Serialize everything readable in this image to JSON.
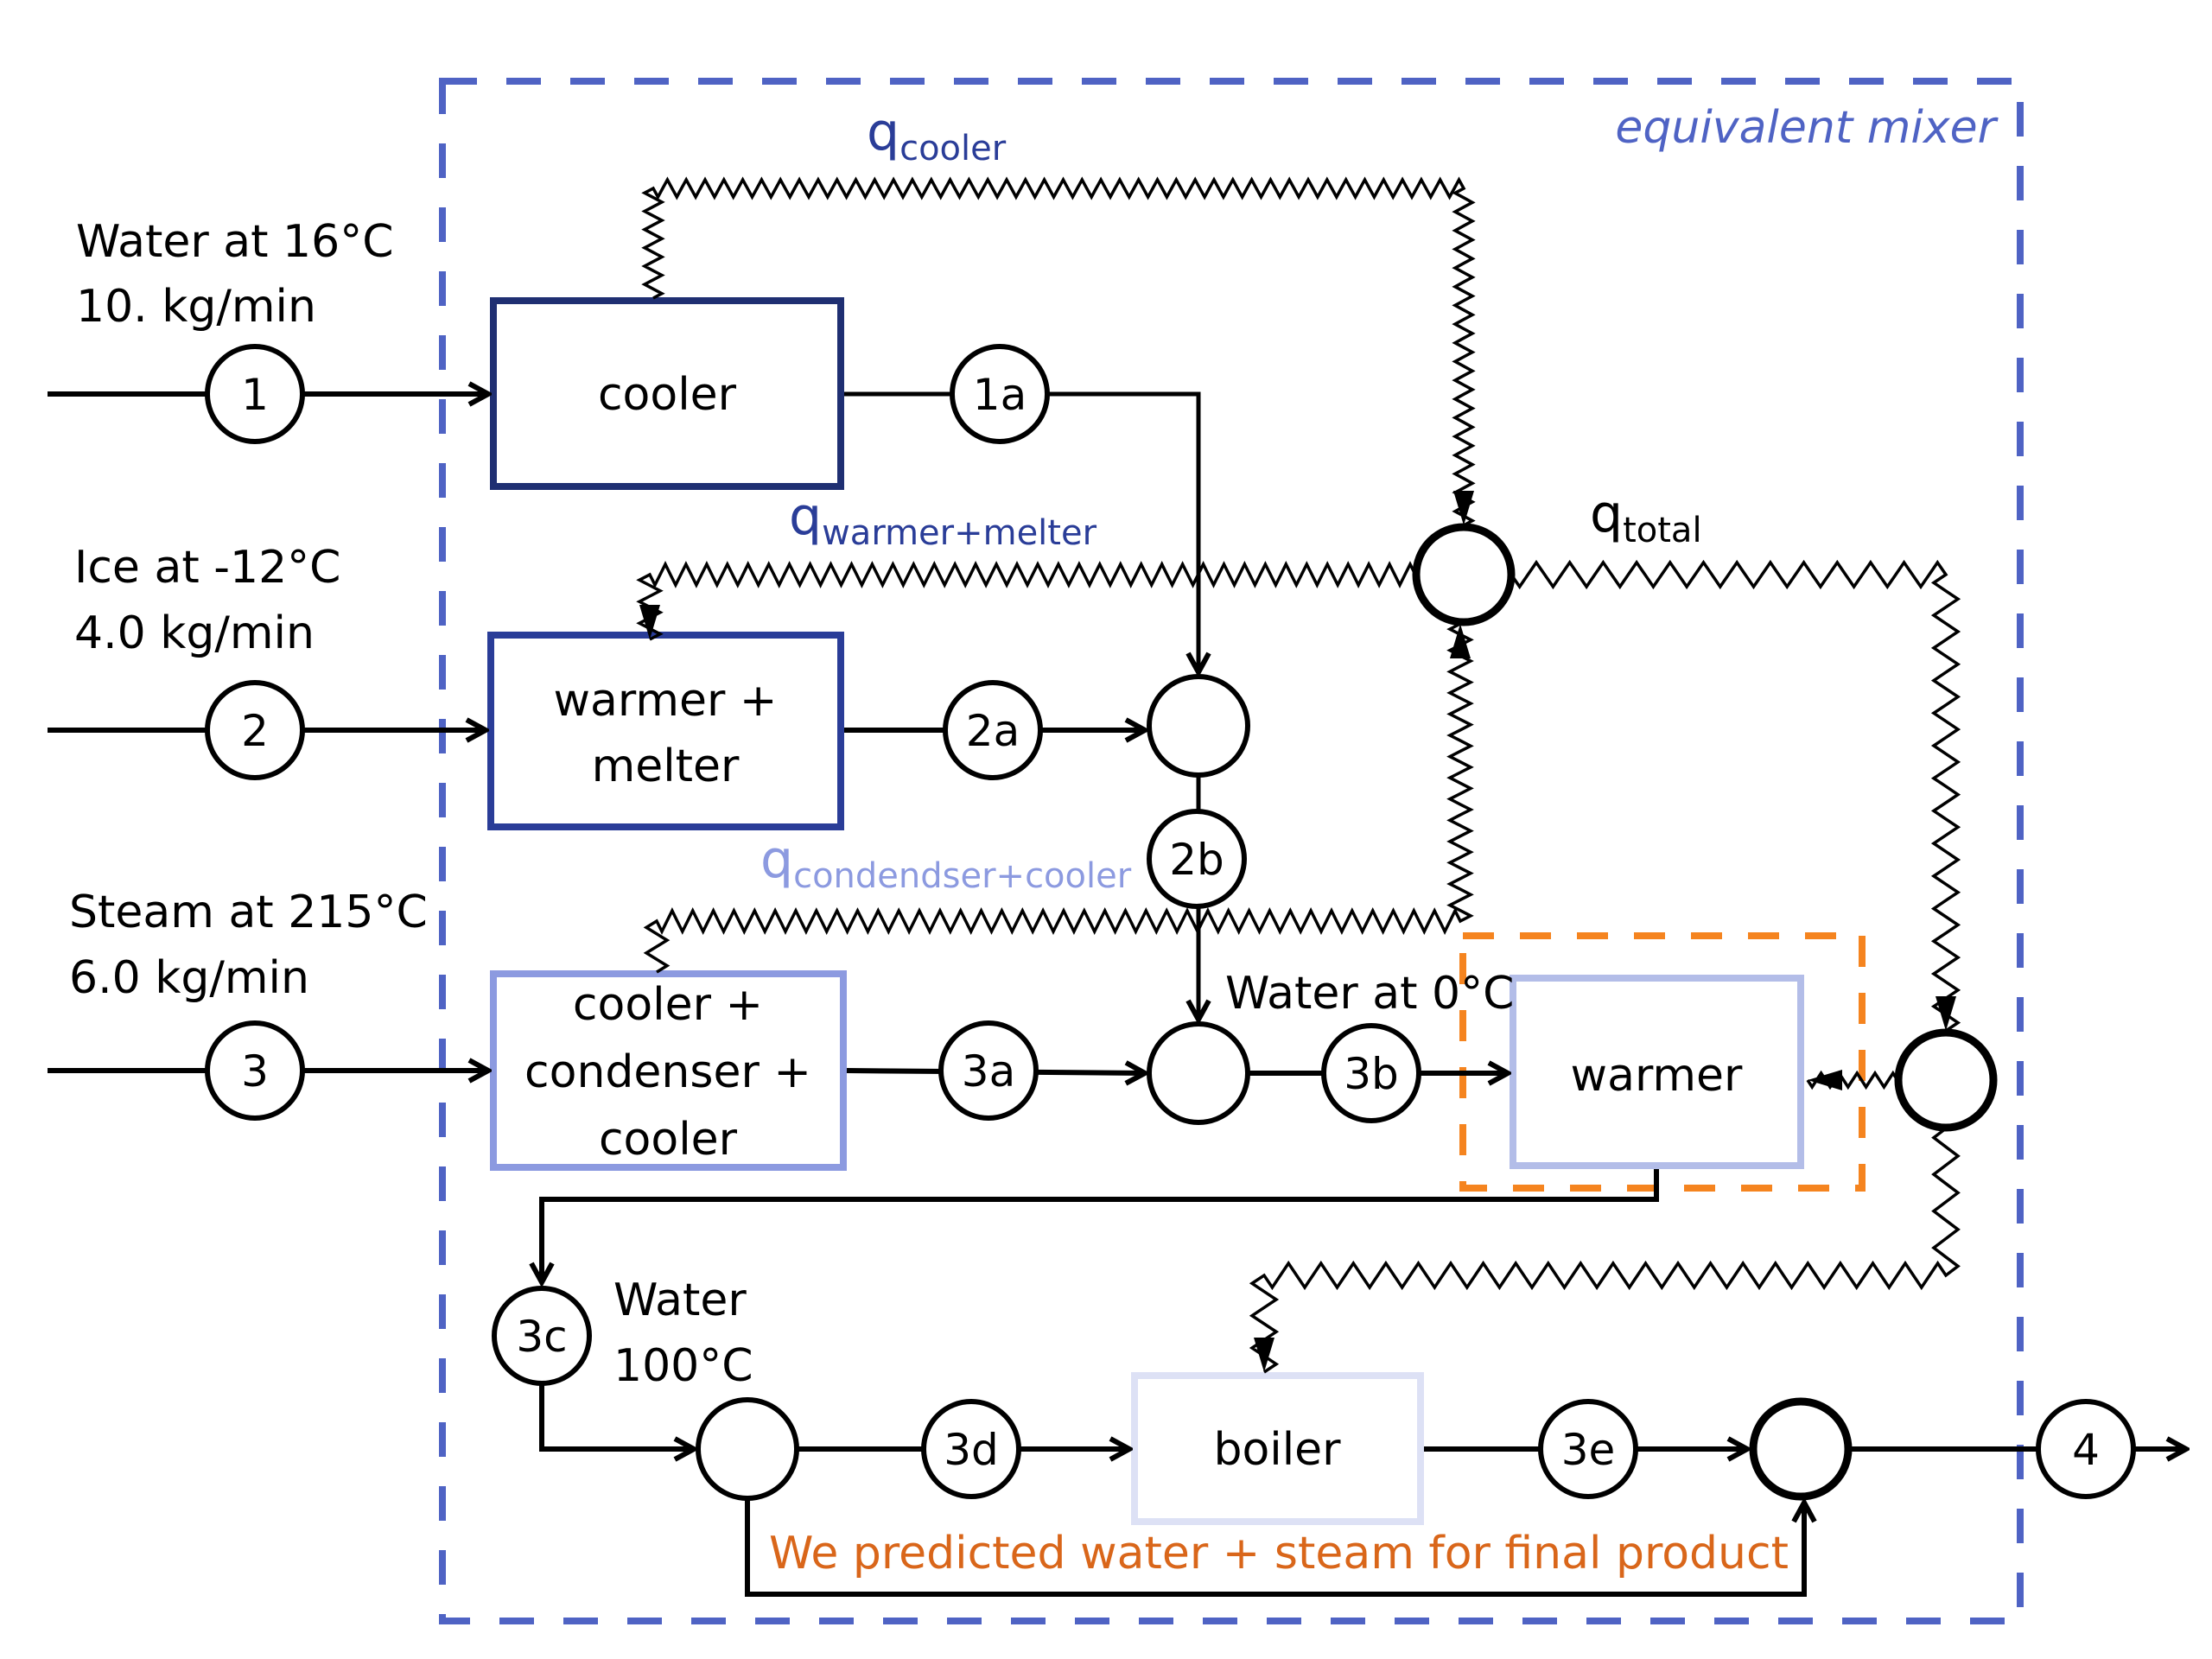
{
  "frame": {
    "label": "equivalent mixer",
    "color": "#4f63c4"
  },
  "inputs": [
    {
      "id": "1",
      "line1": "Water at 16°C",
      "line2": "10. kg/min"
    },
    {
      "id": "2",
      "line1": "Ice at -12°C",
      "line2": "4.0 kg/min"
    },
    {
      "id": "3",
      "line1": "Steam at 215°C",
      "line2": "6.0 kg/min"
    }
  ],
  "units": {
    "cooler": {
      "label": [
        "cooler"
      ],
      "color": "#1f2f72"
    },
    "warmer_melter": {
      "label": [
        "warmer +",
        "melter"
      ],
      "color": "#2a3d98"
    },
    "cooler_condenser": {
      "label": [
        "cooler +",
        "condenser +",
        "cooler"
      ],
      "color": "#8c9ae0"
    },
    "warmer": {
      "label": [
        "warmer"
      ],
      "color": "#b3bde8"
    },
    "boiler": {
      "label": [
        "boiler"
      ],
      "color": "#dde1f5"
    }
  },
  "streams": {
    "s1a": "1a",
    "s2a": "2a",
    "s2b": "2b",
    "s3a": "3a",
    "s3b": "3b",
    "s3c": "3c",
    "s3d": "3d",
    "s3e": "3e",
    "s4": "4"
  },
  "heat": {
    "q_cooler": {
      "q": "q",
      "sub": "cooler",
      "color": "#2a3d98"
    },
    "q_warmer_melter": {
      "q": "q",
      "sub": "warmer+melter",
      "color": "#2a3d98"
    },
    "q_condenser_cooler": {
      "q": "q",
      "sub": "condendser+cooler",
      "color": "#8c9ae0"
    },
    "q_total": {
      "q": "q",
      "sub": "total",
      "color": "#000000"
    }
  },
  "annotations": {
    "water_0": "Water at 0°C",
    "water_100_line1": "Water",
    "water_100_line2": "100°C",
    "prediction": "We predicted water + steam for final product",
    "prediction_color": "#d9661a",
    "highlight_color": "#f5841f"
  }
}
